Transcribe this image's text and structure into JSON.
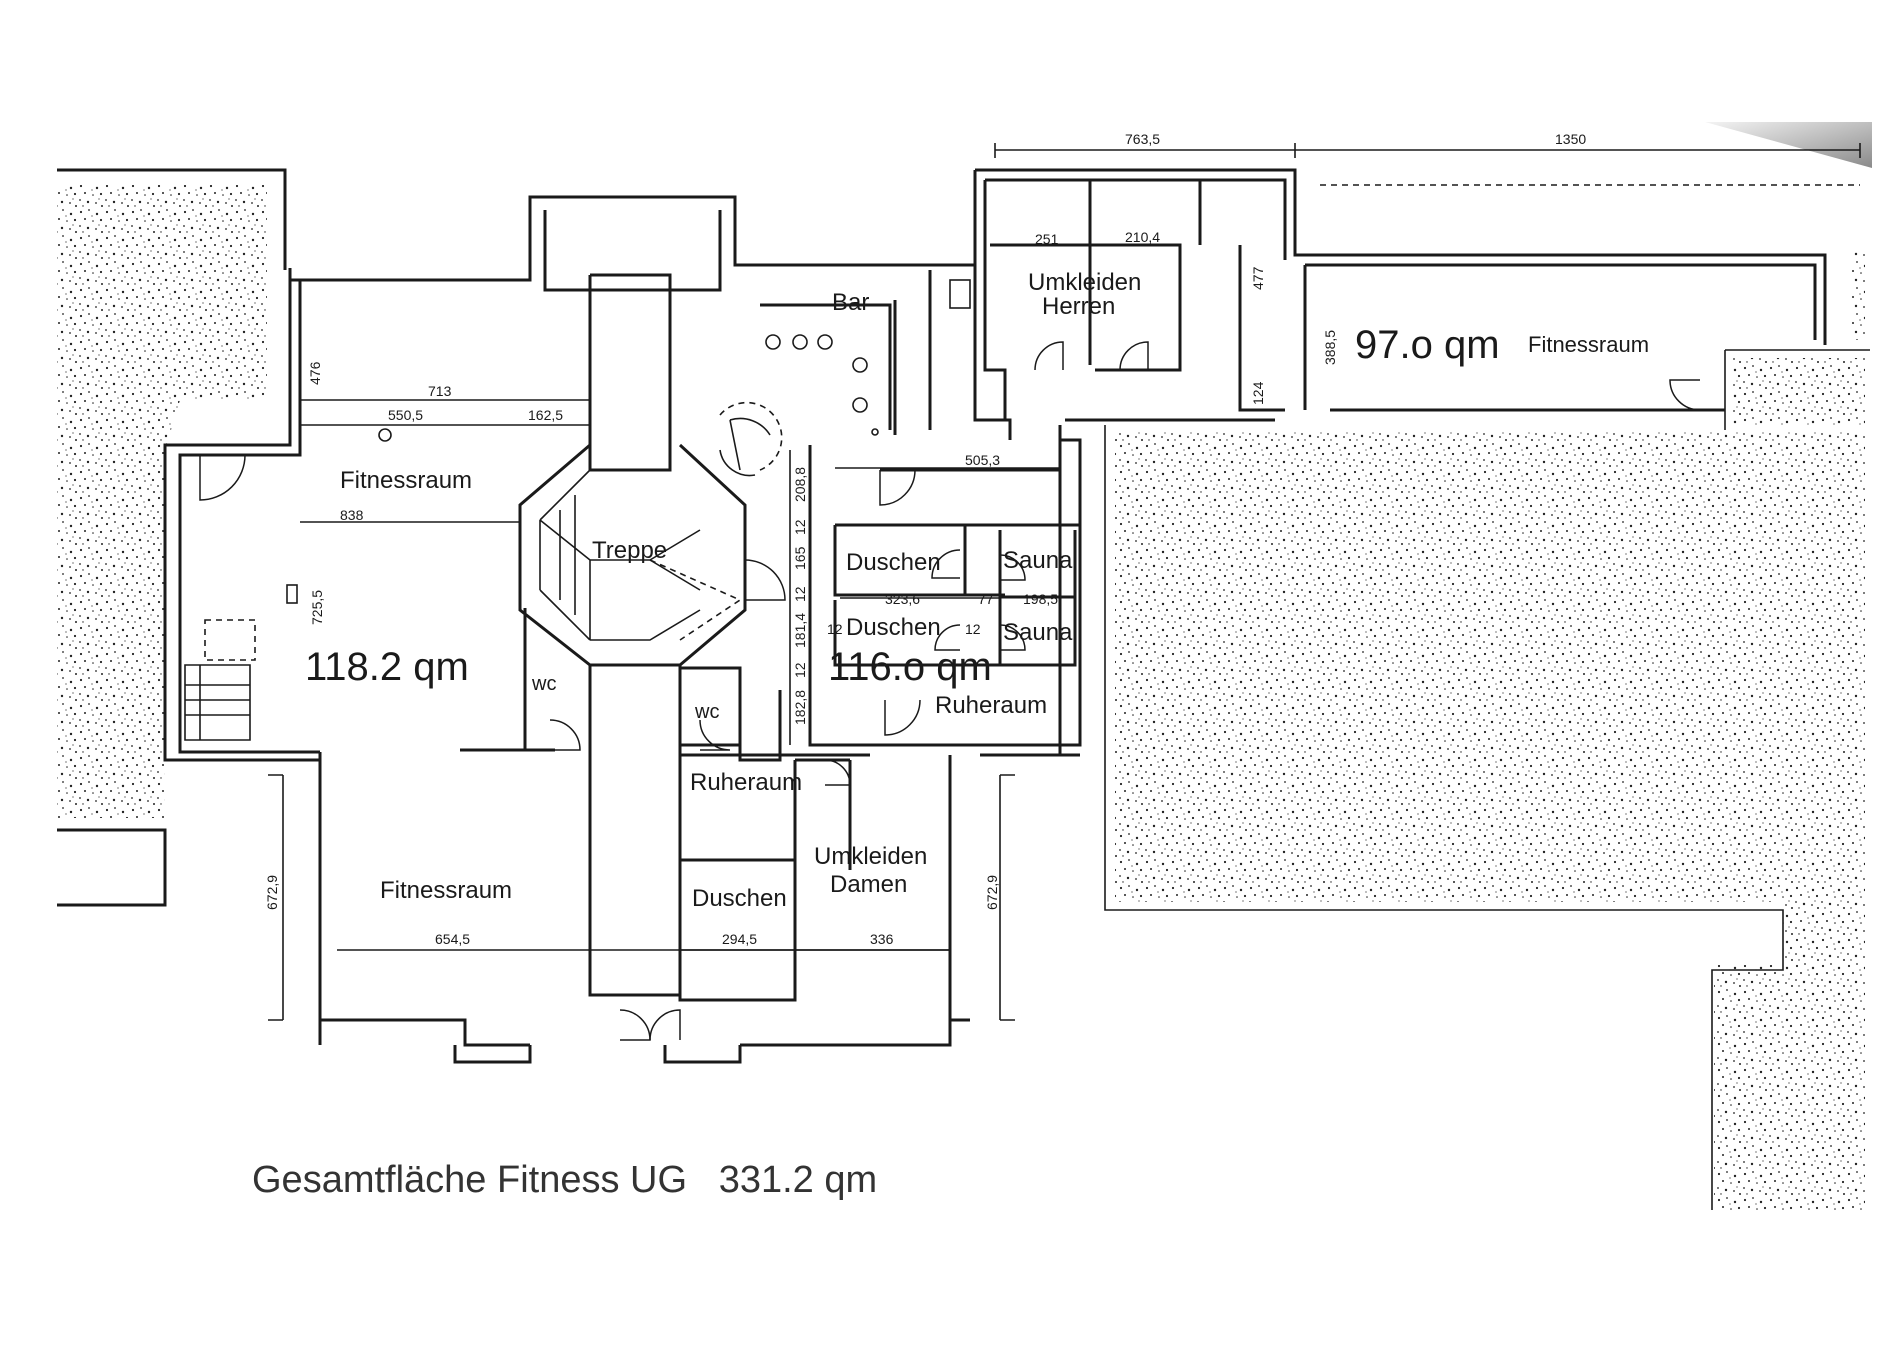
{
  "rooms": {
    "fitness_north": "Fitnessraum",
    "fitness_south": "Fitnessraum",
    "fitness_east": "Fitnessraum",
    "bar": "Bar",
    "treppe": "Treppe",
    "umkleiden_herren": [
      "Umkleiden",
      "Herren"
    ],
    "umkleiden_damen": [
      "Umkleiden",
      "Damen"
    ],
    "duschen_1": "Duschen",
    "duschen_2": "Duschen",
    "duschen_3": "Duschen",
    "sauna_1": "Sauna",
    "sauna_2": "Sauna",
    "ruheraum_1": "Ruheraum",
    "ruheraum_2": "Ruheraum",
    "wc_1": "wc",
    "wc_2": "wc"
  },
  "areas": {
    "west": "118.2 qm",
    "center": "116.o qm",
    "east": "97.o qm"
  },
  "dimensions": {
    "d_763_5": "763,5",
    "d_1350": "1350",
    "d_251": "251",
    "d_210_4": "210,4",
    "d_477": "477",
    "d_388_5": "388,5",
    "d_124": "124",
    "d_476": "476",
    "d_713": "713",
    "d_550_5": "550,5",
    "d_162_5": "162,5",
    "d_838": "838",
    "d_725_5": "725,5",
    "d_505_3": "505,3",
    "d_208_8": "208,8",
    "d_12_a": "12",
    "d_165": "165",
    "d_12_b": "12",
    "d_181_4": "181,4",
    "d_12_c": "12",
    "d_182_8": "182,8",
    "d_323_6": "323,6",
    "d_77": "77",
    "d_198_5": "198,5",
    "d_12_d": "12",
    "d_12_e": "12",
    "d_672_9_left": "672,9",
    "d_672_9_right": "672,9",
    "d_654_5": "654,5",
    "d_294_5": "294,5",
    "d_336": "336"
  },
  "total_label": "Gesamtfläche Fitness UG   331.2 qm"
}
